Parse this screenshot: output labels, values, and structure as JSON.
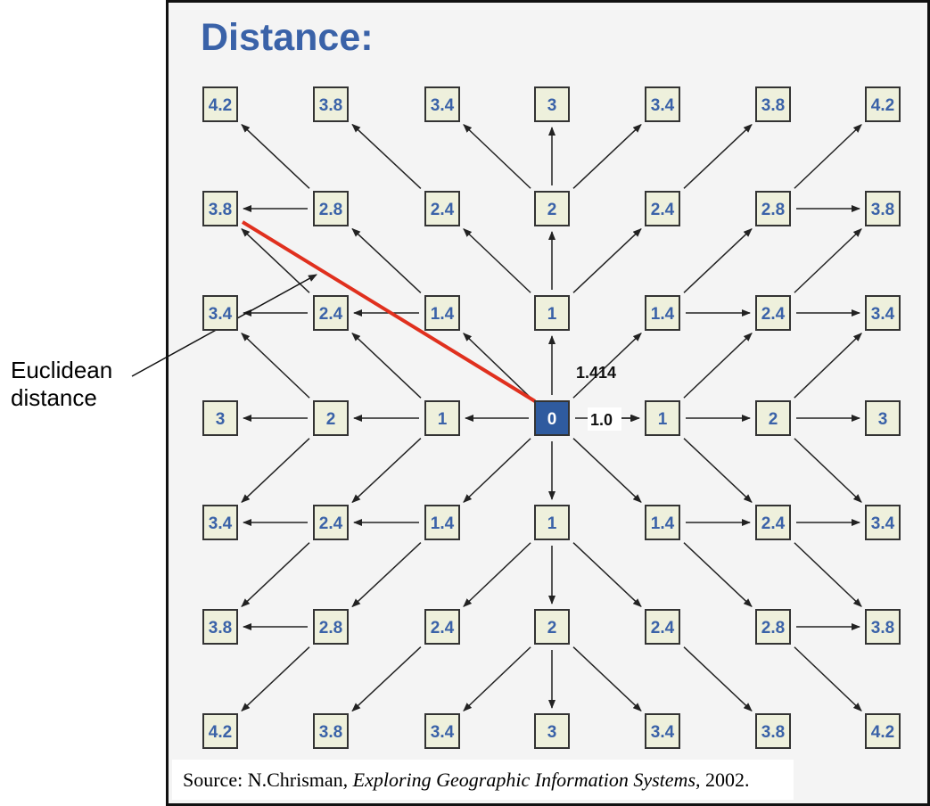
{
  "title": "Distance:",
  "annotation": {
    "line1": "Euclidean",
    "line2": "distance"
  },
  "edge_labels": {
    "diagonal": "1.414",
    "orthogonal": "1.0"
  },
  "source": {
    "prefix": "Source: N.Chrisman, ",
    "book": "Exploring Geographic Information Systems",
    "suffix": ", 2002."
  },
  "grid": [
    [
      "4.2",
      "3.8",
      "3.4",
      "3",
      "3.4",
      "3.8",
      "4.2"
    ],
    [
      "3.8",
      "2.8",
      "2.4",
      "2",
      "2.4",
      "2.8",
      "3.8"
    ],
    [
      "3.4",
      "2.4",
      "1.4",
      "1",
      "1.4",
      "2.4",
      "3.4"
    ],
    [
      "3",
      "2",
      "1",
      "0",
      "1",
      "2",
      "3"
    ],
    [
      "3.4",
      "2.4",
      "1.4",
      "1",
      "1.4",
      "2.4",
      "3.4"
    ],
    [
      "3.8",
      "2.8",
      "2.4",
      "2",
      "2.4",
      "2.8",
      "3.8"
    ],
    [
      "4.2",
      "3.8",
      "3.4",
      "3",
      "3.4",
      "3.8",
      "4.2"
    ]
  ],
  "origin_cell": [
    3,
    3
  ],
  "quadrant_edges": [
    [
      3,
      3,
      2,
      3
    ],
    [
      3,
      3,
      2,
      2
    ],
    [
      3,
      3,
      3,
      2
    ],
    [
      2,
      3,
      1,
      3
    ],
    [
      2,
      3,
      1,
      2
    ],
    [
      1,
      3,
      0,
      3
    ],
    [
      1,
      3,
      0,
      2
    ],
    [
      2,
      2,
      1,
      2
    ],
    [
      2,
      2,
      1,
      1
    ],
    [
      1,
      2,
      0,
      2
    ],
    [
      1,
      2,
      0,
      1
    ],
    [
      1,
      1,
      0,
      1
    ],
    [
      1,
      1,
      0,
      0
    ],
    [
      3,
      2,
      3,
      1
    ],
    [
      3,
      2,
      2,
      1
    ],
    [
      2,
      1,
      1,
      0
    ],
    [
      3,
      1,
      3,
      0
    ],
    [
      3,
      1,
      2,
      0
    ]
  ],
  "colors": {
    "cell_fill": "#eef0dc",
    "cell_text": "#3a62a8",
    "origin_fill": "#2f5b9f",
    "euclid_line": "#e0301e",
    "background": "#f4f4f4"
  }
}
